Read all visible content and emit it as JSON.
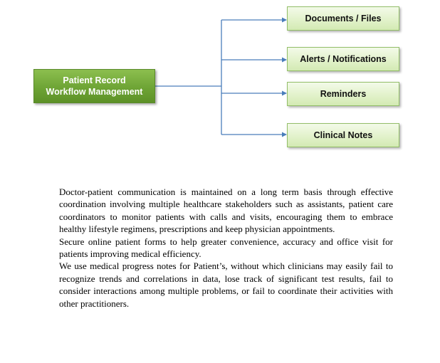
{
  "diagram": {
    "root": {
      "line1": "Patient Record",
      "line2": "Workflow Management"
    },
    "children": [
      "Documents / Files",
      "Alerts / Notifications",
      "Reminders",
      "Clinical Notes"
    ],
    "colors": {
      "root_fill": "#6ea435",
      "child_fill": "#e2f2cb",
      "child_border": "#93be68",
      "connector": "#4a7ebb"
    }
  },
  "body_text": {
    "paragraphs": [
      "Doctor-patient communication is maintained on a long term basis through effective coordination involving multiple healthcare stakeholders such as assistants, patient care coordinators to monitor patients with calls and visits, encouraging them to embrace healthy lifestyle regimens, prescriptions and keep physician appointments.",
      "Secure online patient forms to help greater convenience, accuracy and office visit for patients improving medical efficiency.",
      "We use medical progress notes for Patient’s, without which clinicians may easily fail to recognize trends and correlations in data, lose track of significant test results, fail to consider interactions among multiple problems, or fail to coordinate their activities with other practitioners."
    ]
  }
}
